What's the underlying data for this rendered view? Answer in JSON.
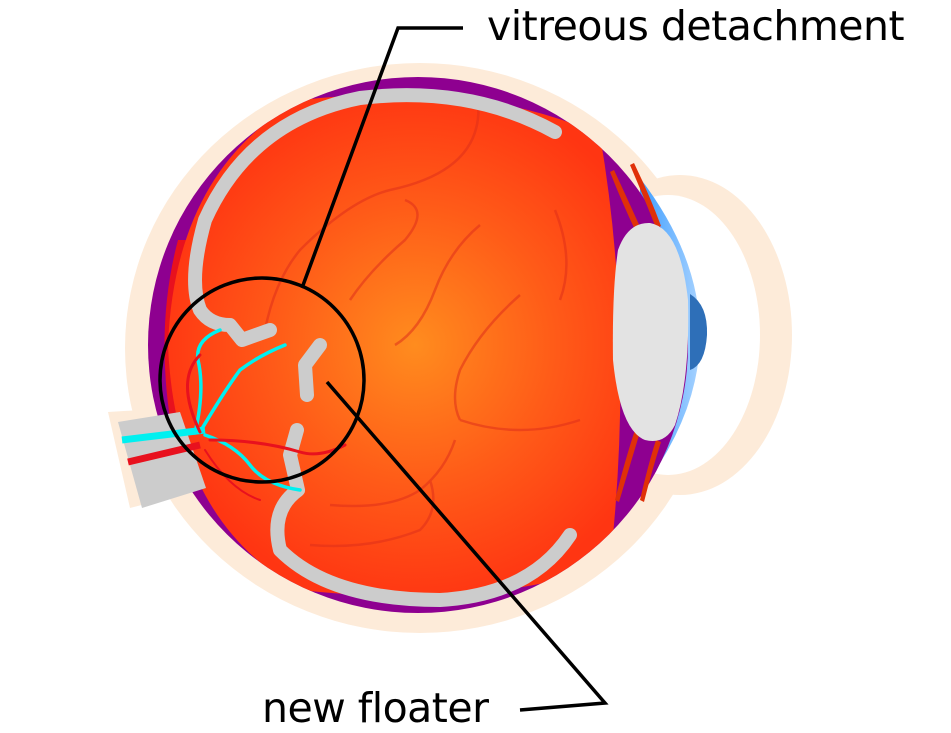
{
  "diagram": {
    "title": "Eye cross-section showing vitreous detachment",
    "subject": "eye-anatomy",
    "labels": [
      {
        "id": "vitreous",
        "text": "vitreous detachment"
      },
      {
        "id": "floater",
        "text": "new floater"
      }
    ],
    "colors": {
      "background": "#ffffff",
      "outer_halo": "#fdebd9",
      "sclera_choroid": "#8e0090",
      "vitreous_center": "#ff8c1e",
      "vitreous_edge": "#ff3512",
      "retina_membrane": "#cccccc",
      "lens": "#e3e3e3",
      "cornea": "#4da6ff",
      "iris": "#2e6fb8",
      "optic_nerve": "#cccccc",
      "nerve_fiber": "#00f0f0",
      "artery": "#e8111e",
      "vessel_lines": "#e0301a",
      "ciliary_muscle": "#e03008",
      "callout_lines": "#000000"
    }
  }
}
